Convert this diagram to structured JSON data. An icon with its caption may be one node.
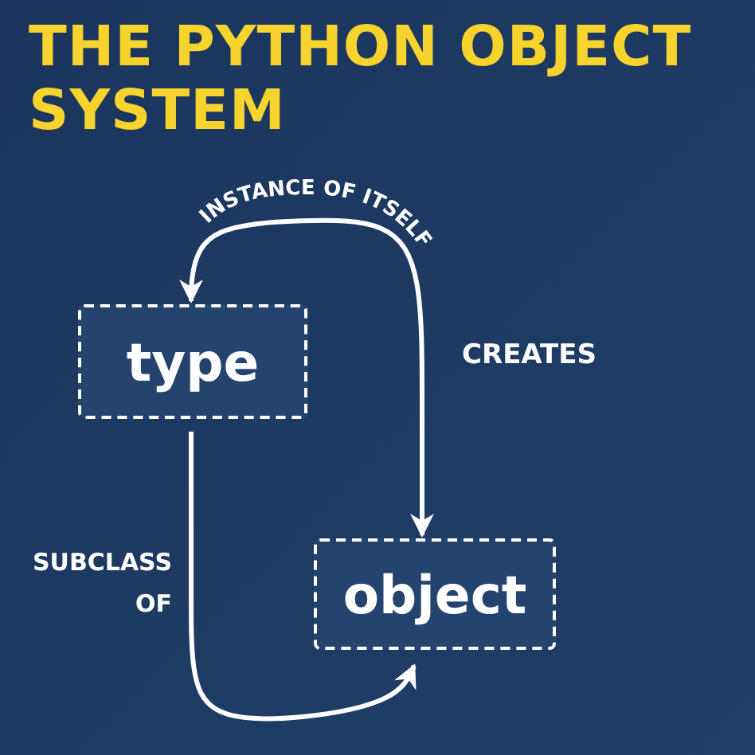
{
  "diagram": {
    "title": "THE PYTHON OBJECT SYSTEM",
    "nodes": [
      {
        "text": [
          "type"
        ]
      },
      {
        "text": [
          "object"
        ]
      }
    ],
    "edges": [
      {
        "from": 0,
        "to": 1,
        "arrow": "both",
        "label": "INSTANCE OF ITSELF"
      },
      {
        "from": 0,
        "to": 1,
        "arrow": "to",
        "label": "SUBCLASS OF"
      }
    ],
    "labels": [
      "CREATES"
    ]
  }
}
